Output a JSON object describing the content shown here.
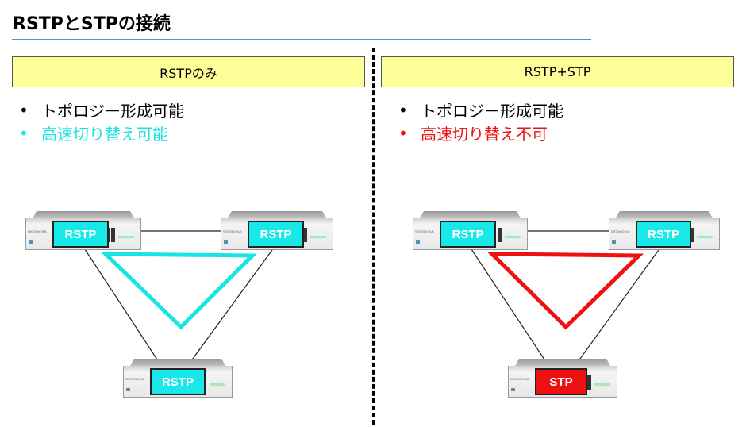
{
  "title": "RSTPとSTPの接続",
  "left": {
    "header": "RSTPのみ",
    "bullets": [
      {
        "text": "トポロジー形成可能",
        "color": "#000000"
      },
      {
        "text": "高速切り替え可能",
        "color": "#19e3e3"
      }
    ],
    "switches": [
      "RSTP",
      "RSTP",
      "RSTP"
    ],
    "triangle_color": "#19e3e3",
    "label_color": "#19e8e8"
  },
  "right": {
    "header": "RSTP+STP",
    "bullets": [
      {
        "text": "トポロジー形成可能",
        "color": "#000000"
      },
      {
        "text": "高速切り替え不可",
        "color": "#ee1111"
      }
    ],
    "switches": [
      "RSTP",
      "RSTP",
      "STP"
    ],
    "triangle_color": "#ee1111",
    "label_colors": [
      "#19e8e8",
      "#19e8e8",
      "#ee1111"
    ]
  },
  "bullet_symbol": "•",
  "switch_text": {
    "hub": "SWITCHING HUB"
  }
}
